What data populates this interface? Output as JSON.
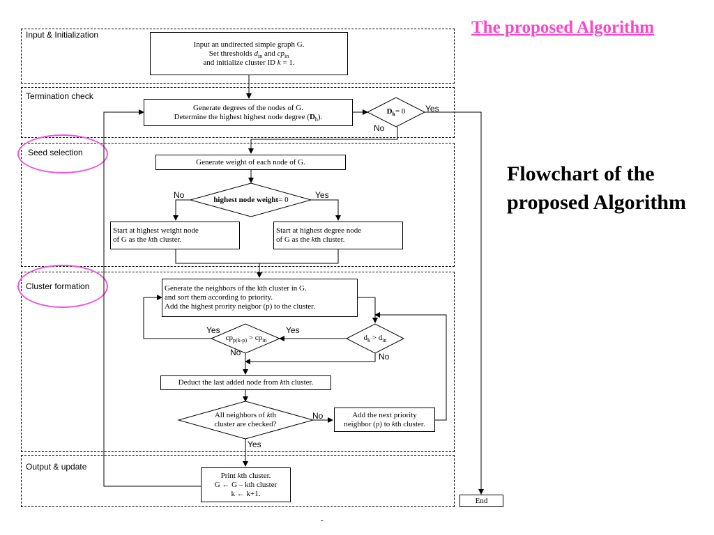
{
  "header": {
    "title": "The proposed Algorithm",
    "subtitle": "Flowchart of the proposed Algorithm",
    "title_color": "#ff44cc"
  },
  "sections": {
    "input": "Input & Initialization",
    "termination": "Termination check",
    "seed": "Seed selection",
    "cluster": "Cluster formation",
    "output": "Output & update"
  },
  "highlight_color": "#ee55dd",
  "nodes": {
    "input": {
      "line1": "Input an undirected simple graph G.",
      "line2a": "Set thresholds ",
      "d": "d",
      "in1": "in",
      "and": " and ",
      "cp": "cp",
      "in2": "in",
      "line3a": "and initialize cluster ID ",
      "k": "k",
      "line3b": " = 1."
    },
    "degrees": {
      "line1": "Generate degrees of the nodes of G.",
      "line2a": "Determine the highest highest node degree (",
      "D": "D",
      "h": "h",
      "line2b": ")."
    },
    "dk_decision": {
      "D": "D",
      "k": "k",
      "rest": "= 0"
    },
    "weights": {
      "text": "Generate weight of each node of G."
    },
    "weight_decision": {
      "bold": "highest node weight",
      "rest": "= 0"
    },
    "start_weight": {
      "line1": "Start at highest weight node",
      "line2a": "of G as the ",
      "k": "k",
      "line2b": "th cluster."
    },
    "start_degree": {
      "line1": "Start at highest degree node",
      "line2a": "of G as the ",
      "k": "k",
      "line2b": "th cluster."
    },
    "neighbors": {
      "line1": "Generate the neighbors of the kth cluster in G.",
      "line2": "and sort them according to priority.",
      "line3": "Add the highest prority neigbor (p) to the cluster."
    },
    "cp_decision": {
      "cp": "cp",
      "sub1": "p(k-p)",
      "gt": " > cp",
      "sub2": "in"
    },
    "dk_in_decision": {
      "d": "d",
      "sub1": "k",
      "gt": " > d",
      "sub2": "in"
    },
    "deduct": {
      "a": "Deduct the last added node from ",
      "k": "k",
      "b": "th cluster."
    },
    "all_checked": {
      "line1a": "All neighbors of ",
      "k": "k",
      "line1b": "th",
      "line2": "cluster are checked?"
    },
    "next_priority": {
      "line1": "Add the next priority",
      "line2a": "neighbor (p) to ",
      "k": "k",
      "line2b": "th cluster."
    },
    "print": {
      "line1a": "Print ",
      "k": "k",
      "line1b": "th cluster.",
      "line2": "G ← G – kth cluster",
      "line3": "k ← k+1."
    },
    "end": {
      "text": "End"
    }
  },
  "edge_labels": {
    "dk_yes": "Yes",
    "dk_no": "No",
    "w_no": "No",
    "w_yes": "Yes",
    "cp_yes": "Yes",
    "cp_no": "No",
    "din_yes": "Yes",
    "din_no": "No",
    "all_no": "No",
    "all_yes": "Yes"
  },
  "footer": {
    "mark": "-"
  }
}
